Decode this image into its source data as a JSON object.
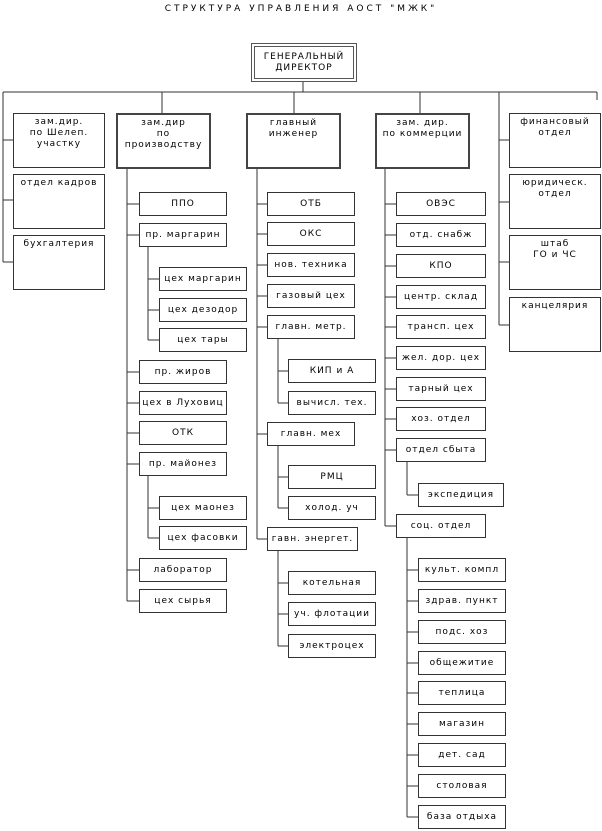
{
  "title": "СТРУКТУРА УПРАВЛЕНИЯ АОСТ \"МЖК\"",
  "director": "ГЕНЕРАЛЬНЫЙ\nДИРЕКТОР",
  "left_units": [
    "зам.дир.\nпо Шелеп.\nучастку",
    "отдел кадров",
    "бухгалтерия"
  ],
  "right_units": [
    "финансовый\nотдел",
    "юридическ.\nотдел",
    "штаб\nГО и ЧС",
    "канцелярия"
  ],
  "production": {
    "head": "зам.дир\nпо производству",
    "items": [
      "ППО",
      "пр. маргарин",
      "цех маргарин",
      "цех дезодор",
      "цех тары",
      "пр. жиров",
      "цех в Луховиц",
      "ОТК",
      "пр. майонез",
      "цех маонез",
      "цех фасовки",
      "лаборатор",
      "цех сырья"
    ]
  },
  "engineer": {
    "head": "главный\nинженер",
    "items": [
      "ОТБ",
      "ОКС",
      "нов. техника",
      "газовый цех",
      "главн. метр.",
      "КИП и А",
      "вычисл. тех.",
      "главн. мех",
      "РМЦ",
      "холод. уч",
      "гавн. энергет.",
      "котельная",
      "уч. флотации",
      "электроцех"
    ]
  },
  "commerce": {
    "head": "зам. дир.\nпо коммерции",
    "items": [
      "ОВЭС",
      "отд. снабж",
      "КПО",
      "центр. склад",
      "трансп. цех",
      "жел. дор. цех",
      "тарный цех",
      "хоз. отдел",
      "отдел сбыта",
      "экспедиция",
      "соц. отдел",
      "культ. компл",
      "здрав. пункт",
      "подс. хоз",
      "общежитие",
      "теплица",
      "магазин",
      "дет. сад",
      "столовая",
      "база отдыха"
    ]
  }
}
